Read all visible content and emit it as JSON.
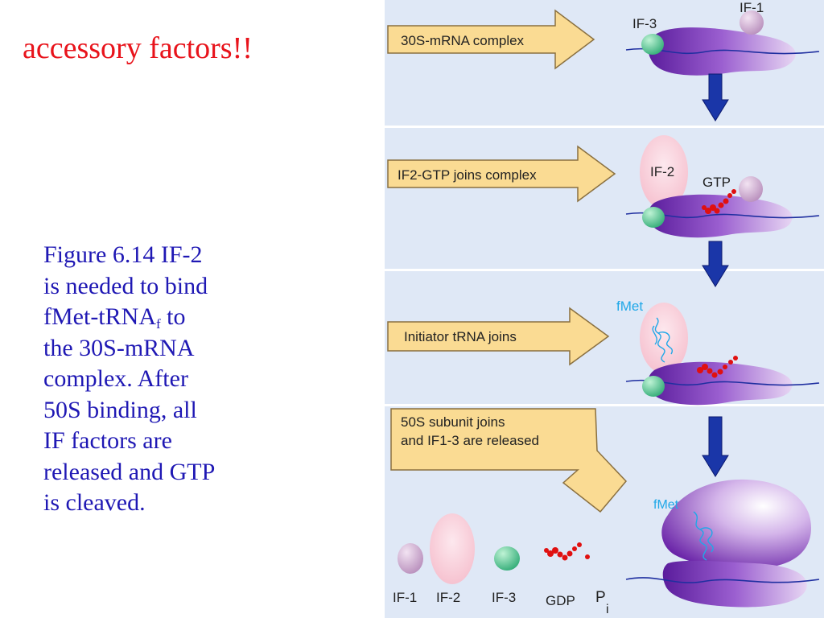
{
  "title": "accessory factors!!",
  "caption": {
    "line1": "Figure 6.14 IF-2",
    "line2": "is needed to bind",
    "line3_a": "fMet-tRNA",
    "line3_sub": "f",
    "line3_b": " to",
    "line4": "the 30S-mRNA",
    "line5": "complex. After",
    "line6": "50S binding, all",
    "line7": "IF factors are",
    "line8": "released and GTP",
    "line9": "is cleaved."
  },
  "steps": [
    {
      "label": "30S-mRNA complex"
    },
    {
      "label": "IF2-GTP joins complex"
    },
    {
      "label": "Initiator tRNA joins"
    },
    {
      "label_line1": "50S subunit joins",
      "label_line2": "and IF1-3 are released"
    }
  ],
  "molecule_labels": {
    "if1": "IF-1",
    "if2": "IF-2",
    "if3": "IF-3",
    "gtp": "GTP",
    "fmet": "fMet"
  },
  "legend": {
    "if1": "IF-1",
    "if2": "IF-2",
    "if3": "IF-3",
    "gdp": "GDP",
    "pi_main": "P",
    "pi_sub": "i"
  },
  "colors": {
    "title": "#e8131b",
    "caption": "#1f18b4",
    "panel_bg": "#dfe8f6",
    "arrow_fill": "#fadb93",
    "ribosome": "#7a36b4",
    "if1": "#b58ab9",
    "if2": "#f7c7d3",
    "if3": "#3fbf82",
    "gtp": "#e01010",
    "mrna": "#1f2fa0",
    "trna": "#20a8e8",
    "down_arrow": "#1a36a8"
  }
}
